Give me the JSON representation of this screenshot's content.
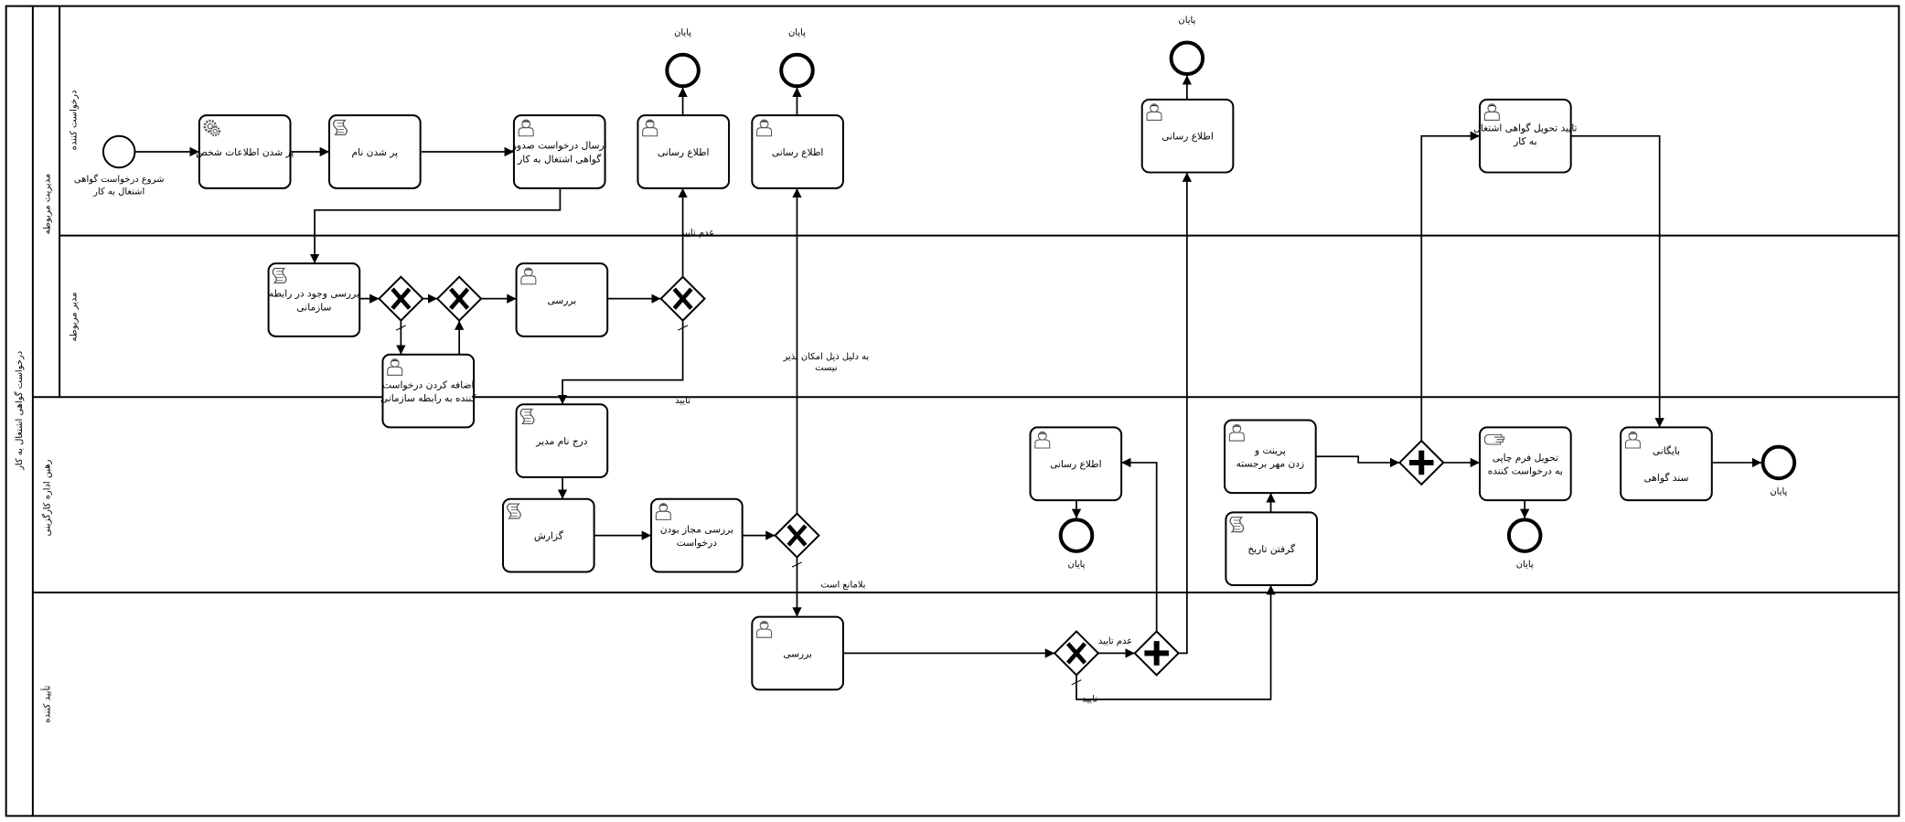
{
  "pool": {
    "label": "درخواست گواهی اشتغال به کار"
  },
  "lane_group": {
    "label": "مدیریت مربوطه"
  },
  "lanes": [
    {
      "label": "درخواست کننده"
    },
    {
      "label": "مدیر مربوطه"
    },
    {
      "label": "رهبن اداره کارگزینی"
    },
    {
      "label": "تأیید کننده"
    }
  ],
  "start_event": {
    "lines": [
      "شروع درخواست گواهی",
      "اشتغال به کار"
    ]
  },
  "end_events": [
    {
      "label": "پایان"
    },
    {
      "label": "پایان"
    },
    {
      "label": "پایان"
    },
    {
      "label": "پایان"
    },
    {
      "label": "پایان"
    },
    {
      "label": "پایان"
    }
  ],
  "tasks": [
    {
      "lines": [
        "پر شدن اطلاعات شخص"
      ],
      "icon": "gear-icon"
    },
    {
      "lines": [
        "پر شدن نام"
      ],
      "icon": "script-icon"
    },
    {
      "lines": [
        "ارسال درخواست صدور",
        "گواهی اشتغال به کار"
      ],
      "icon": "user-icon"
    },
    {
      "lines": [
        "اطلاع رسانی"
      ],
      "icon": "user-icon"
    },
    {
      "lines": [
        "اطلاع رسانی"
      ],
      "icon": "user-icon"
    },
    {
      "lines": [
        "اطلاع رسانی"
      ],
      "icon": "user-icon"
    },
    {
      "lines": [
        "تایید تحویل گواهی اشتغال",
        "به کار"
      ],
      "icon": "user-icon"
    },
    {
      "lines": [
        "بررسی وجود در رابطه",
        "سازمانی"
      ],
      "icon": "script-icon"
    },
    {
      "lines": [
        "بررسی"
      ],
      "icon": "user-icon"
    },
    {
      "lines": [
        "اضافه کردن درخواست",
        "کننده به رابطه سازمانی"
      ],
      "icon": "user-icon"
    },
    {
      "lines": [
        "درج نام مدیر"
      ],
      "icon": "script-icon"
    },
    {
      "lines": [
        "گزارش"
      ],
      "icon": "script-icon"
    },
    {
      "lines": [
        "بررسی مجاز بودن",
        "درخواست"
      ],
      "icon": "user-icon"
    },
    {
      "lines": [
        "اطلاع رسانی"
      ],
      "icon": "user-icon"
    },
    {
      "lines": [
        "پرینت و",
        "زدن مهر برجسته"
      ],
      "icon": "user-icon"
    },
    {
      "lines": [
        "گرفتن تاریخ"
      ],
      "icon": "script-icon"
    },
    {
      "lines": [
        "تحویل فرم چاپی",
        "به درخواست کننده"
      ],
      "icon": "hand-icon"
    },
    {
      "lines": [
        "بایگانی",
        "",
        "سند گواهی"
      ],
      "icon": "user-icon"
    },
    {
      "lines": [
        "بررسی"
      ],
      "icon": "user-icon"
    }
  ],
  "gateways": [
    {
      "type": "exclusive"
    },
    {
      "type": "exclusive"
    },
    {
      "type": "exclusive"
    },
    {
      "type": "exclusive"
    },
    {
      "type": "exclusive"
    },
    {
      "type": "parallel"
    },
    {
      "type": "parallel"
    }
  ],
  "flow_labels": [
    {
      "text": "عدم تایید"
    },
    {
      "text": "تایید"
    },
    {
      "text": "به دلیل ذیل امکان پذیر"
    },
    {
      "text": "نیست"
    },
    {
      "text": "بلامانع است"
    },
    {
      "text": "عدم تایید"
    },
    {
      "text": "تایید"
    }
  ],
  "colors": {
    "stroke": "#000000",
    "icon": "#555555",
    "background": "#ffffff"
  }
}
